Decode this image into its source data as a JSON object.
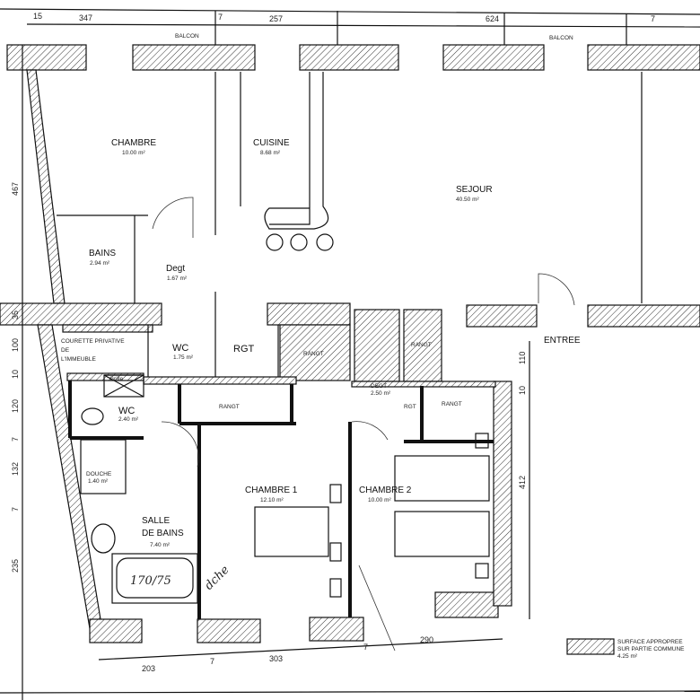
{
  "dimensions": {
    "top": [
      "15",
      "347",
      "7",
      "257",
      "624",
      "7"
    ],
    "left": [
      "467",
      "35",
      "100",
      "10",
      "120",
      "7",
      "132",
      "7",
      "235"
    ],
    "right": [
      "110",
      "10",
      "412"
    ],
    "bottom": [
      "203",
      "7",
      "303",
      "7",
      "290"
    ],
    "balcony": "BALCON"
  },
  "rooms": {
    "chambre": {
      "name": "CHAMBRE",
      "area": "10.00 m²"
    },
    "cuisine": {
      "name": "CUISINE",
      "area": "8.68 m²"
    },
    "sejour": {
      "name": "SEJOUR",
      "area": "40.50 m²"
    },
    "bains": {
      "name": "BAINS",
      "area": "2.94 m²"
    },
    "degt1": {
      "name": "Degt",
      "area": "1.67 m²"
    },
    "courette": {
      "line1": "COURETTE PRIVATIVE",
      "line2": "DE",
      "line3": "L'IMMEUBLE"
    },
    "wc1": {
      "name": "WC",
      "area": "1.75 m²"
    },
    "rgt1": {
      "name": "RGT"
    },
    "rangt_common": {
      "name": "RANGT"
    },
    "rangt_common2": {
      "name": "RANGT"
    },
    "entree": {
      "name": "ENTREE"
    },
    "grille": {
      "name": "Grille"
    },
    "wc2": {
      "name": "WC",
      "area": "2.40 m²"
    },
    "rangt2": {
      "name": "RANGT"
    },
    "degt2": {
      "name": "DEGT",
      "area": "2.50 m²"
    },
    "rgt2": {
      "name": "RGT"
    },
    "rangt3": {
      "name": "RANGT"
    },
    "chambre1": {
      "name": "CHAMBRE 1",
      "area": "12.10 m²"
    },
    "chambre2": {
      "name": "CHAMBRE 2",
      "area": "10.00 m²"
    },
    "douche": {
      "name": "DOUCHE",
      "area": "1.40 m²"
    },
    "sdb": {
      "line1": "SALLE",
      "line2": "DE BAINS",
      "area": "7.40 m²"
    }
  },
  "annotations": {
    "bath_size": "170/75",
    "handwritten": "dche"
  },
  "legend": {
    "line1": "SURFACE APPROPREE",
    "line2": "SUR PARTIE COMMUNE",
    "line3": "4.25 m²"
  }
}
